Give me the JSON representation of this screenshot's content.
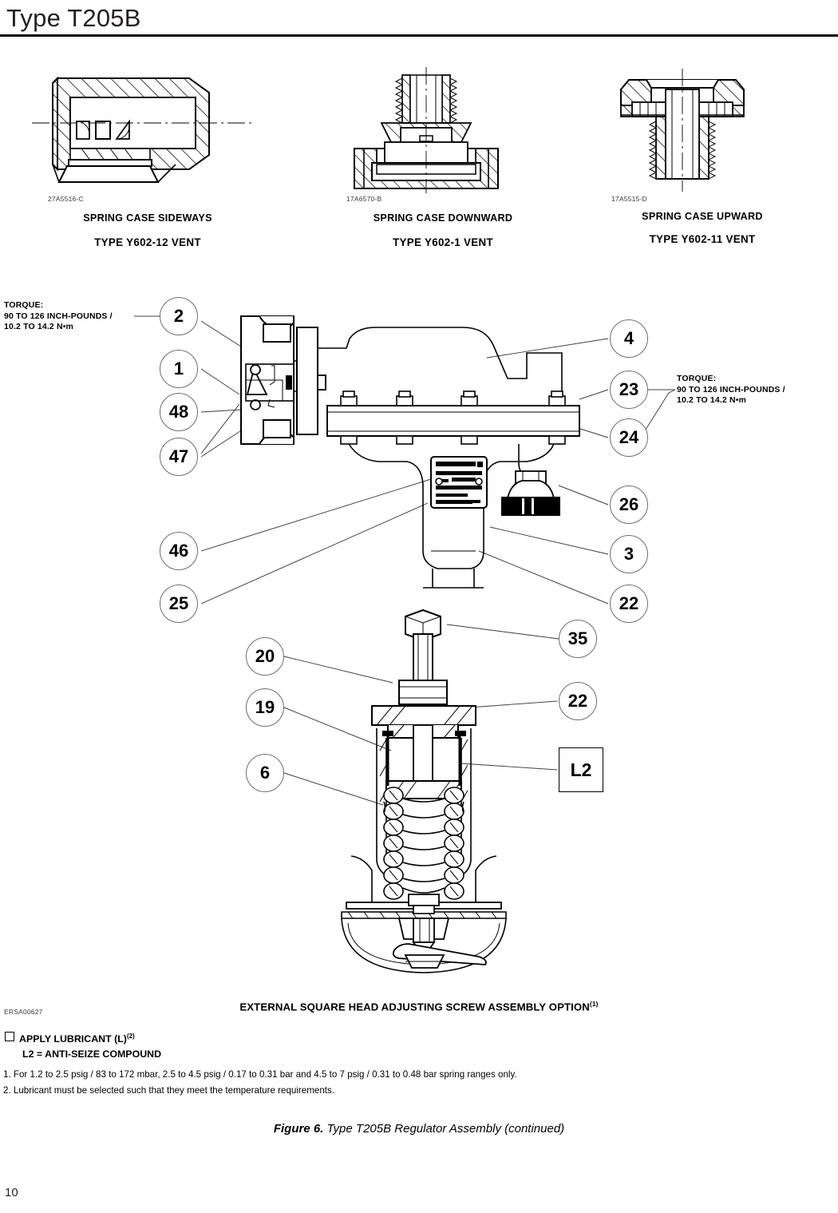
{
  "header": {
    "title": "Type T205B"
  },
  "vent_figures": [
    {
      "code": "27A5516-C",
      "line1": "SPRING CASE SIDEWAYS",
      "line2": "TYPE Y602-12 VENT",
      "icon": "spring-case-sideways-vent-drawing"
    },
    {
      "code": "17A6570-B",
      "line1": "SPRING CASE DOWNWARD",
      "line2": "TYPE Y602-1 VENT",
      "icon": "spring-case-downward-vent-drawing"
    },
    {
      "code": "17A5515-D",
      "line1": "SPRING CASE UPWARD",
      "line2": "TYPE Y602-11 VENT",
      "icon": "spring-case-upward-vent-drawing"
    }
  ],
  "torque_notes": {
    "left": "TORQUE:\n90 TO 126 INCH-POUNDS /\n10.2 TO 14.2 N•m",
    "right": "TORQUE:\n90 TO 126 INCH-POUNDS /\n10.2 TO 14.2 N•m"
  },
  "callouts": {
    "assembly_left": [
      "2",
      "1",
      "48",
      "47",
      "46",
      "25"
    ],
    "assembly_right": [
      "4",
      "23",
      "24",
      "26",
      "3",
      "22"
    ],
    "screw_left": [
      "20",
      "19",
      "6"
    ],
    "screw_right": [
      "35",
      "22"
    ],
    "lubricant_box": "L2"
  },
  "drawing_code": "ERSA00627",
  "option_title": "EXTERNAL SQUARE HEAD ADJUSTING SCREW ASSEMBLY OPTION",
  "option_title_sup": "(1)",
  "lubricant": {
    "line1": "APPLY LUBRICANT (L)",
    "line1_sup": "(2)",
    "line2": "L2 = ANTI-SEIZE COMPOUND"
  },
  "footnotes": [
    "1.  For 1.2 to 2.5 psig / 83 to 172 mbar, 2.5 to 4.5 psig / 0.17 to 0.31 bar and 4.5 to 7 psig / 0.31 to 0.48 bar spring ranges only.",
    "2.  Lubricant must be selected such that they meet the temperature requirements."
  ],
  "figure_caption": {
    "label": "Figure 6.",
    "text": " Type T205B Regulator Assembly (continued)"
  },
  "page_number": "10",
  "colors": {
    "ink": "#000000",
    "title_ink": "#231f20",
    "bubble_stroke": "#6d6d6d",
    "code_gray": "#3a3a3a"
  }
}
